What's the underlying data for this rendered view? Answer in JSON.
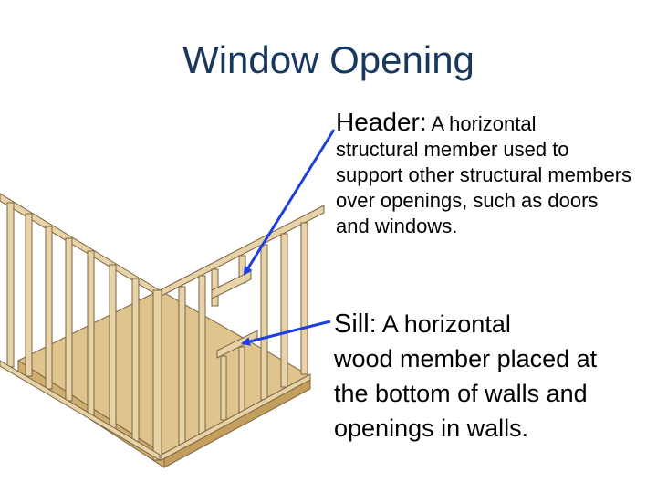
{
  "slide": {
    "title": "Window Opening"
  },
  "header_definition": {
    "term": "Header:",
    "text_line1": " A horizontal",
    "text_rest": "structural member used to support other structural members over openings, such as doors and windows."
  },
  "sill_definition": {
    "term": "Sill:",
    "text_line1": " A horizontal",
    "text_rest": "wood member placed at the bottom of walls and openings in walls."
  },
  "colors": {
    "title": "#17375e",
    "arrow": "#1f3fe0",
    "wood": "#e8d3a8",
    "wood_edge": "#7a6440",
    "floor": "#e0c48e"
  }
}
